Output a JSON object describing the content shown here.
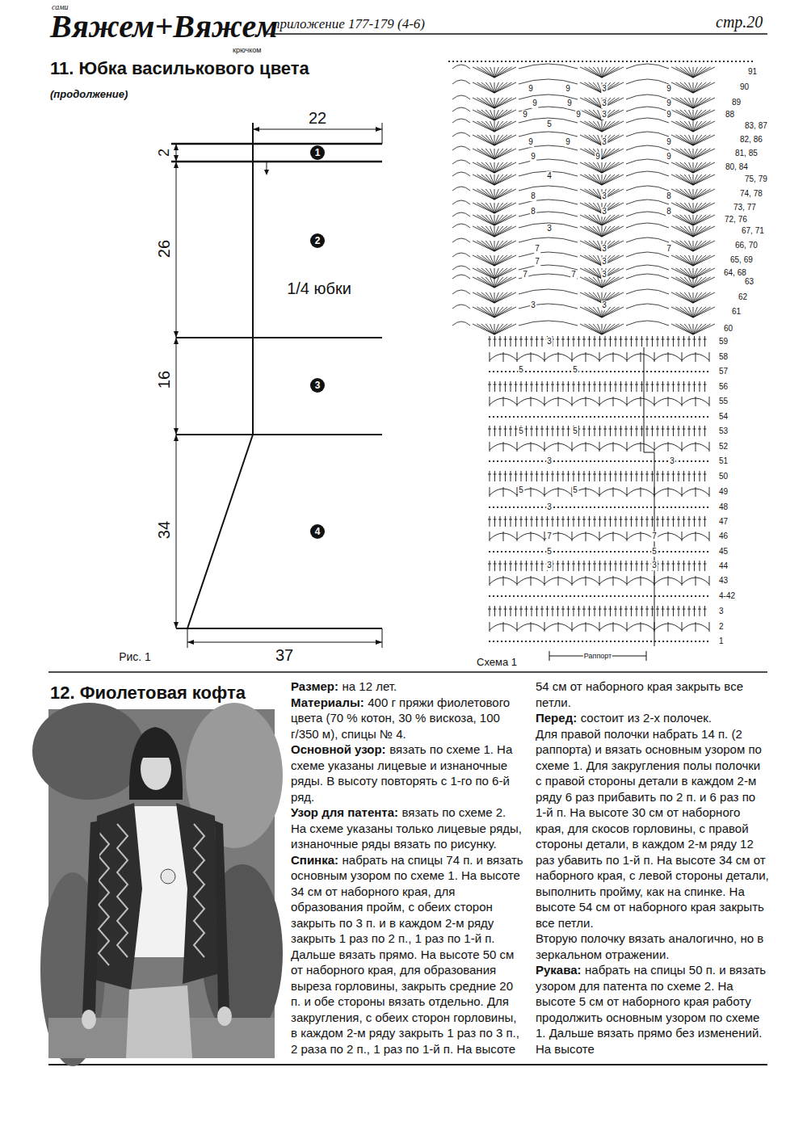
{
  "diagram": {
    "title": "11. Юбка василькового цвета",
    "nodes": [
      {
        "text": [
          "1"
        ]
      },
      {
        "text": [
          "2"
        ]
      },
      {
        "text": [
          "3"
        ]
      },
      {
        "text": [
          "4"
        ]
      }
    ],
    "labels": [
      "сами",
      "Вяжем+Вяжем",
      "крючком",
      "приложение 177-179 (4-6)",
      "стр.20",
      "(продолжение)",
      "22",
      "2",
      "26",
      "1/4 юбки",
      "16",
      "34",
      "37",
      "Рис. 1",
      "91",
      "90",
      "89",
      "88",
      "83, 87",
      "82, 86",
      "81, 85",
      "80, 84",
      "75, 79",
      "74, 78",
      "73, 77",
      "72, 76",
      "67, 71",
      "66, 70",
      "65, 69",
      "64, 68",
      "63",
      "62",
      "61",
      "60",
      "59",
      "58",
      "57",
      "56",
      "55",
      "54",
      "53",
      "52",
      "51",
      "50",
      "49",
      "48",
      "47",
      "46",
      "45",
      "44",
      "43",
      "4-42",
      "3",
      "2",
      "1",
      "Схема 1",
      "Раппорт",
      "9",
      "9",
      "3",
      "9",
      "9",
      "9",
      "3",
      "9",
      "9",
      "9",
      "3",
      "9",
      "5",
      "9",
      "9",
      "3",
      "9",
      "9",
      "9",
      "9",
      "4",
      "8",
      "3",
      "8",
      "8",
      "3",
      "8",
      "3",
      "7",
      "3",
      "7",
      "7",
      "3",
      "7",
      "7",
      "3",
      "3",
      "3",
      "3",
      "5",
      "5",
      "5",
      "5",
      "3",
      "3",
      "5",
      "5",
      "3",
      "7",
      "7",
      "5",
      "5",
      "3",
      "3",
      "12. Фиолетовая кофта",
      "Размер:",
      "на 12 лет.",
      "Материалы:",
      "400 г пряжи фиолетового цвета (70 % котон, 30 % вискоза, 100 г/350 м), спицы № 4.",
      "Основной узор:",
      "вязать по схеме 1. На схеме указаны лицевые и изнаночные ряды. В высоту повторять с 1-го по 6-й ряд.",
      "Узор для патента:",
      "вязать по схеме 2. На схеме указаны только лицевые ряды, изнаночные ряды вязать по рисунку.",
      "Спинка:",
      "набрать на спицы 74 п. и вязать основным узором по схеме 1. На высоте 34 см от наборного края, для образования пройм, с обеих сторон закрыть по 3 п. и в каждом 2-м ряду закрыть 1 раз по 2 п., 1 раз по 1-й п. Дальше вязать прямо. На высоте 50 см от наборного края, для образования выреза горловины, закрыть средние 20 п. и обе стороны вязать отдельно. Для закругления, с обеих сторон горловины, в каждом 2-м ряду закрыть 1 раз по 3 п., 2 раза по 2 п., 1 раз по 1-й п. На высоте 54 см от наборного края закрыть все петли.",
      "Перед:",
      "состоит из 2-х полочек.",
      "Для правой полочки набрать 14 п. (2 раппорта) и вязать основным узором по схеме 1. Для закругления полы полочки с правой стороны детали в каждом 2-м ряду 6 раз прибавить по 2 п. и 6 раз по 1-й п. На высоте 30 см от наборного края, для скосов горловины, с правой стороны детали, в каждом 2-м ряду 12 раз убавить по 1-й п. На высоте 34 см от наборного края, с левой стороны детали, выполнить пройму, как на спинке. На высоте 54 см от наборного края закрыть все петли.",
      "Вторую полочку вязать аналогично, но в зеркальном отражении.",
      "Рукава:",
      "набрать на спицы 50 п. и вязать узором для патента по схеме 2. На высоте 5 см от наборного края работу продолжить основным узором по схеме 1. Дальше вязать прямо без изменений. На высоте"
    ]
  }
}
